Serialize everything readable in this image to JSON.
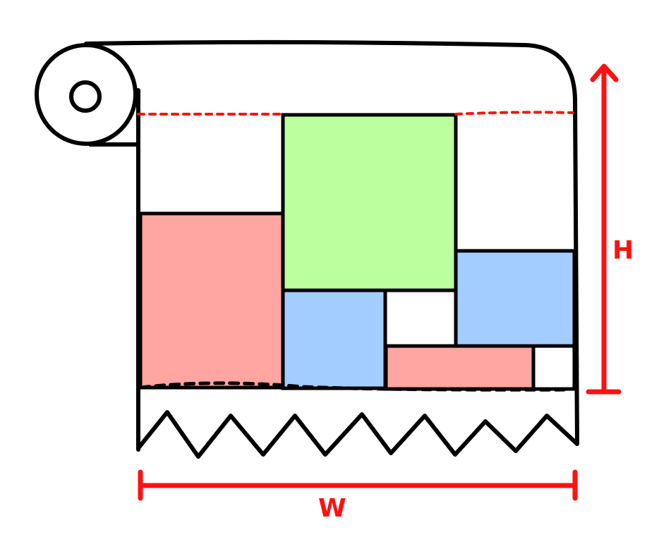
{
  "labels": {
    "width": "W",
    "height": "H"
  },
  "colors": {
    "outline": "#000000",
    "dimension": "#ff1111",
    "green_piece": "#bbff9f",
    "blue_piece": "#a3ccff",
    "red_piece": "#ffa6a3",
    "paper": "#ffffff"
  },
  "pieces": [
    {
      "name": "red-piece-large",
      "color": "red"
    },
    {
      "name": "green-piece",
      "color": "green"
    },
    {
      "name": "blue-piece-bottom-middle",
      "color": "blue"
    },
    {
      "name": "blue-piece-right",
      "color": "blue"
    },
    {
      "name": "red-piece-small",
      "color": "red"
    }
  ]
}
